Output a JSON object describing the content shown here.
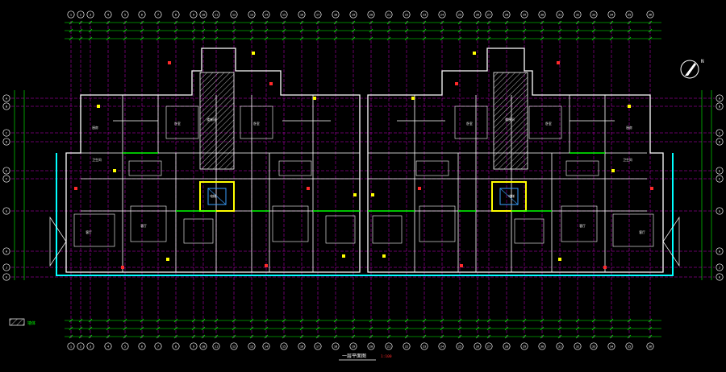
{
  "drawing": {
    "title": "一层平面图",
    "scale": "1:100",
    "legend_label": "墙体",
    "north_label": "N"
  },
  "colors": {
    "background": "#000000",
    "dimension": "#00ff00",
    "axis_line": "#ff00ff",
    "axis_bubble": "#ffffff",
    "wall": "#ffffff",
    "window": "#00ffff",
    "furniture": "#ffffff",
    "hatch": "#ffffff",
    "accent_red": "#ff2a2a",
    "accent_yellow": "#ffff00",
    "accent_blue": "#3aa0ff"
  },
  "axes": {
    "vertical": [
      "1",
      "2",
      "3",
      "4",
      "5",
      "6",
      "7",
      "8",
      "9",
      "10",
      "11",
      "12",
      "13",
      "14",
      "15",
      "16",
      "17",
      "18",
      "19",
      "20",
      "21",
      "22",
      "23",
      "24",
      "25",
      "26",
      "27",
      "28",
      "29",
      "30",
      "31",
      "32",
      "33",
      "34",
      "35",
      "36"
    ],
    "horizontal": [
      "A",
      "B",
      "C",
      "D",
      "E",
      "F",
      "G",
      "H",
      "J",
      "K"
    ]
  },
  "rooms": [
    {
      "id": "living-left",
      "label": "客厅"
    },
    {
      "id": "living-mid-left",
      "label": "客厅"
    },
    {
      "id": "living-mid-right",
      "label": "客厅"
    },
    {
      "id": "living-right",
      "label": "客厅"
    },
    {
      "id": "bedroom-1",
      "label": "卧室"
    },
    {
      "id": "bedroom-2",
      "label": "卧室"
    },
    {
      "id": "bedroom-3",
      "label": "卧室"
    },
    {
      "id": "bedroom-4",
      "label": "卧室"
    },
    {
      "id": "kitchen-1",
      "label": "厨房"
    },
    {
      "id": "kitchen-2",
      "label": "厨房"
    },
    {
      "id": "bath-1",
      "label": "卫生间"
    },
    {
      "id": "bath-2",
      "label": "卫生间"
    },
    {
      "id": "stair-1",
      "label": "楼梯间"
    },
    {
      "id": "stair-2",
      "label": "楼梯间"
    },
    {
      "id": "elevator-1",
      "label": "电梯"
    },
    {
      "id": "elevator-2",
      "label": "电梯"
    }
  ]
}
